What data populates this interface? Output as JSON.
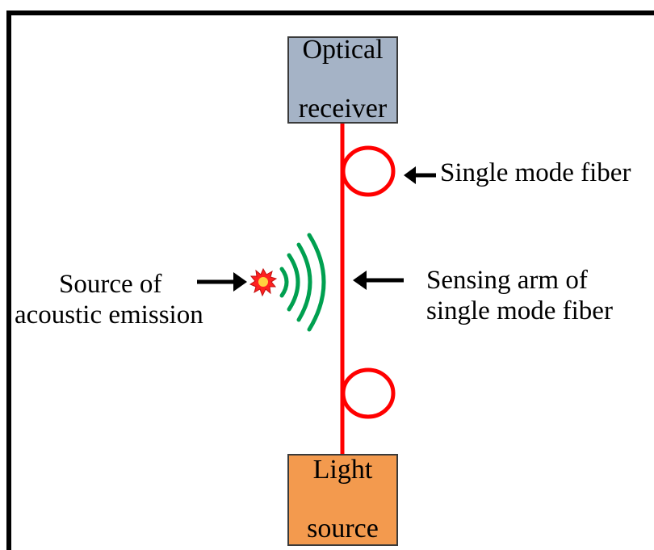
{
  "boxes": {
    "receiver": {
      "line1": "Optical",
      "line2": "receiver",
      "fill": "#a5b3c6"
    },
    "source": {
      "line1": "Light",
      "line2": "source",
      "fill": "#f39a4e"
    }
  },
  "labels": {
    "single_mode_fiber": "Single mode fiber",
    "sensing_arm": {
      "line1": "Sensing arm of",
      "line2": "single mode fiber"
    },
    "ae_source": {
      "line1": "Source of",
      "line2": "acoustic emission"
    }
  },
  "colors": {
    "fiber": "#ff0000",
    "waves": "#00a050",
    "burst_outer": "#ff2020",
    "burst_inner": "#ffd23f",
    "arrow": "#000000"
  }
}
